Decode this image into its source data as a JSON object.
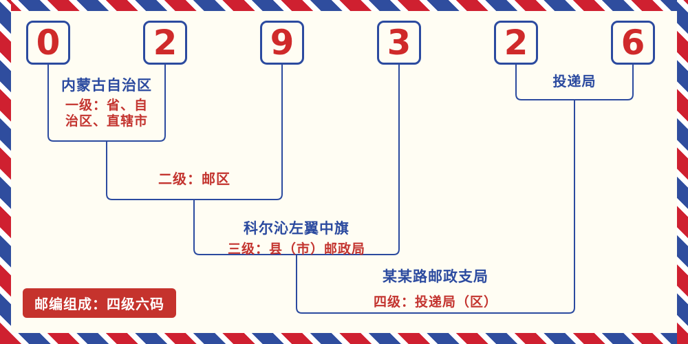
{
  "digits": [
    "0",
    "2",
    "9",
    "3",
    "2",
    "6"
  ],
  "labels": {
    "level1_name": "内蒙古自治区",
    "level1_desc_line1": "一级：省、自",
    "level1_desc_line2": "治区、直辖市",
    "level2_desc": "二级：邮区",
    "level3_name": "科尔沁左翼中旗",
    "level3_desc": "三级：县（市）邮政局",
    "level4_name": "某某路邮政支局",
    "level4_desc": "四级：投递局（区）",
    "delivery_office": "投递局",
    "composition_badge": "邮编组成：四级六码"
  },
  "colors": {
    "digit_red": "#cf2a2a",
    "blue_text": "#2b4a9f",
    "red_text": "#c3342f",
    "line_blue": "#2b4a9f",
    "badge_bg": "#c5332d",
    "stripe_red": "#cf2030",
    "stripe_blue": "#2f4d9e"
  }
}
